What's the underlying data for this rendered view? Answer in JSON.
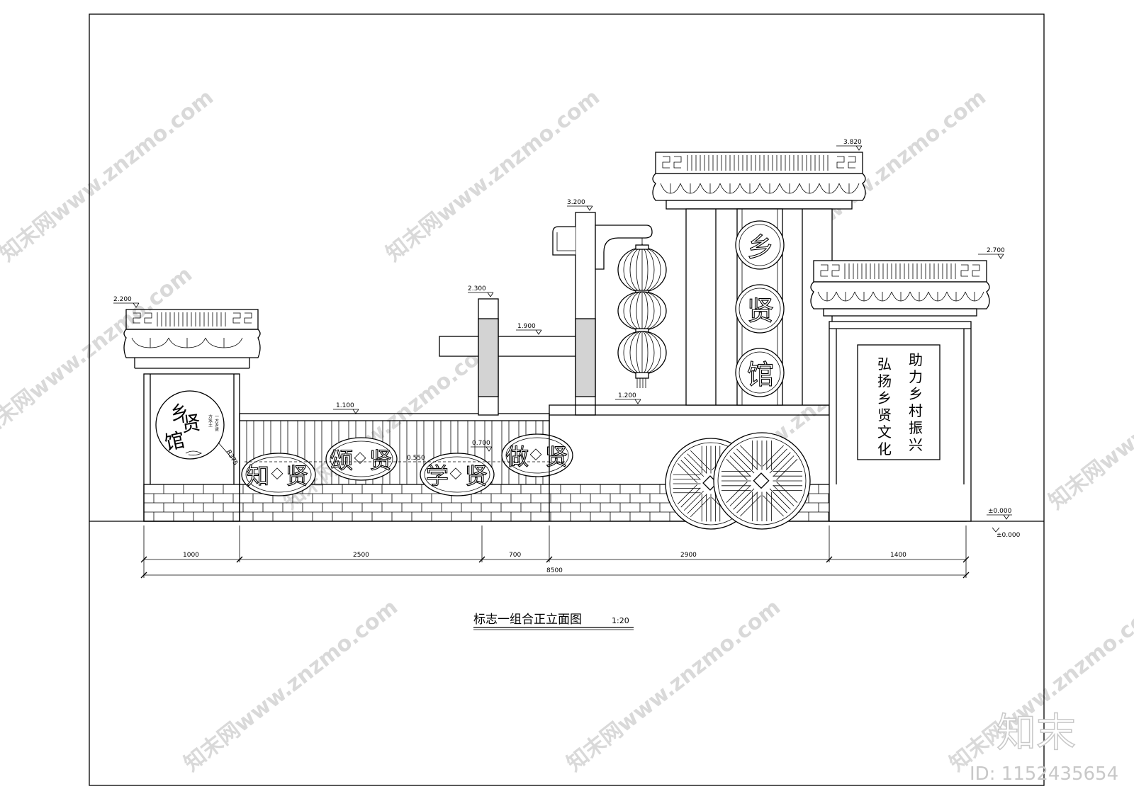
{
  "drawing": {
    "title": "标志一组合正立面图",
    "scale": "1:20",
    "elevations": {
      "left_wall": "2.200",
      "fence": "1.100",
      "pillar_short": "2.300",
      "beam": "1.900",
      "pillar_tall": "3.200",
      "center_tower": "3.820",
      "right_wall": "2.700",
      "platform": "1.200",
      "fence_sign": "0.700",
      "sign_line": "0.550",
      "ground_a": "±0.000",
      "ground_b": "±0.000"
    },
    "radius_label": "R375",
    "dimensions": [
      "1000",
      "2500",
      "700",
      "2900",
      "1400"
    ],
    "total_dimension": "8500",
    "left_medallion": {
      "title": [
        "乡",
        "贤",
        "馆"
      ],
      "subtitle_a": "方水土",
      "subtitle_b": "一方乡贤"
    },
    "fence_signs": [
      {
        "left": "知",
        "right": "贤"
      },
      {
        "left": "颂",
        "right": "贤"
      },
      {
        "left": "学",
        "right": "贤"
      },
      {
        "left": "做",
        "right": "贤"
      }
    ],
    "tower_chars": [
      "乡",
      "贤",
      "馆"
    ],
    "slogan_right": [
      "助",
      "力",
      "乡",
      "村",
      "振",
      "兴"
    ],
    "slogan_left": [
      "弘",
      "扬",
      "乡",
      "贤",
      "文",
      "化"
    ]
  },
  "watermark": {
    "site": "知末网www.znzmo.com",
    "logo": "知末",
    "id": "ID: 1152435654"
  },
  "colors": {
    "line": "#000000",
    "pillar_band": "#d3d3d3",
    "watermark": "#d9d9d9"
  }
}
